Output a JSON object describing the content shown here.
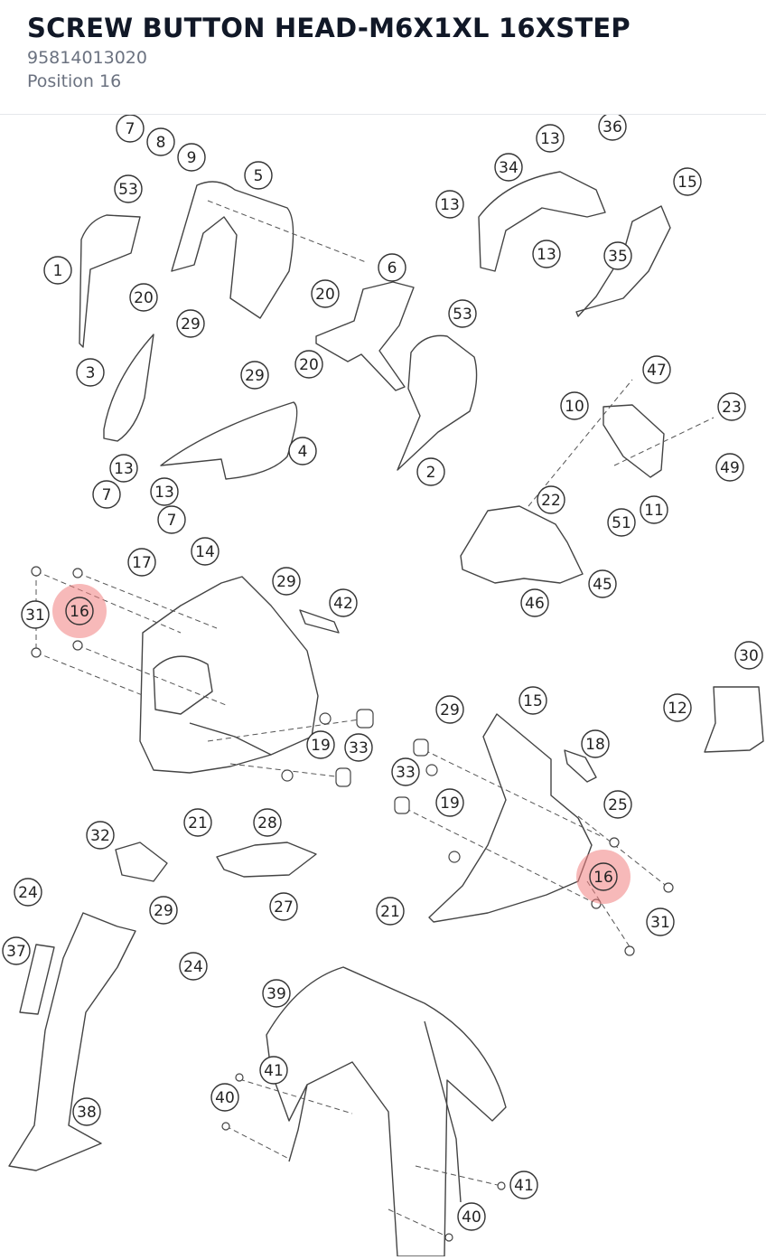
{
  "header": {
    "title": "SCREW BUTTON HEAD-M6X1XL 16XSTEP",
    "part_number": "95814013020",
    "position": "Position 16"
  },
  "colors": {
    "highlight": "#f08080",
    "line": "#444444",
    "label_border": "#333333"
  },
  "diagram": {
    "highlighted": "16",
    "labels": [
      "7",
      "8",
      "9",
      "5",
      "53",
      "1",
      "20",
      "29",
      "3",
      "13",
      "7",
      "29",
      "20",
      "4",
      "13",
      "7",
      "6",
      "20",
      "53",
      "2",
      "13",
      "36",
      "34",
      "13",
      "13",
      "35",
      "15",
      "47",
      "10",
      "23",
      "49",
      "22",
      "11",
      "51",
      "45",
      "46",
      "17",
      "14",
      "29",
      "42",
      "31",
      "16",
      "19",
      "33",
      "21",
      "32",
      "28",
      "29",
      "24",
      "27",
      "24",
      "37",
      "38",
      "39",
      "41",
      "40",
      "41",
      "40",
      "30",
      "12",
      "29",
      "15",
      "18",
      "33",
      "19",
      "25",
      "16",
      "31",
      "21"
    ]
  }
}
